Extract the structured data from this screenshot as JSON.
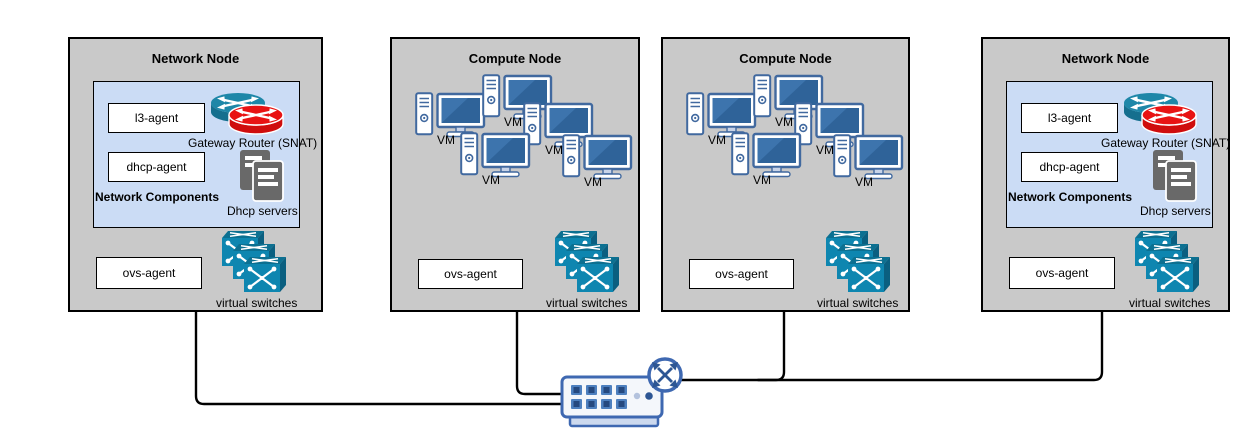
{
  "nodes": [
    {
      "id": "network-node-left",
      "title": "Network Node",
      "l3_agent_label": "l3-agent",
      "dhcp_agent_label": "dhcp-agent",
      "gateway_router_label": "Gateway Router (SNAT)",
      "components_label": "Network Components",
      "dhcp_servers_label": "Dhcp servers",
      "ovs_agent_label": "ovs-agent",
      "virtual_switches_label": "virtual switches"
    },
    {
      "id": "compute-node-left",
      "title": "Compute Node",
      "vm_labels": [
        "VM",
        "VM",
        "VM",
        "VM",
        "VM"
      ],
      "ovs_agent_label": "ovs-agent",
      "virtual_switches_label": "virtual switches"
    },
    {
      "id": "compute-node-right",
      "title": "Compute Node",
      "vm_labels": [
        "VM",
        "VM",
        "VM",
        "VM",
        "VM"
      ],
      "ovs_agent_label": "ovs-agent",
      "virtual_switches_label": "virtual switches"
    },
    {
      "id": "network-node-right",
      "title": "Network Node",
      "l3_agent_label": "l3-agent",
      "dhcp_agent_label": "dhcp-agent",
      "gateway_router_label": "Gateway Router (SNAT)",
      "components_label": "Network Components",
      "dhcp_servers_label": "Dhcp servers",
      "ovs_agent_label": "ovs-agent",
      "virtual_switches_label": "virtual switches"
    }
  ],
  "interconnect": {
    "icon": "physical-switch-icon",
    "badge_icon": "crossed-arrows-badge-icon",
    "connected_nodes": [
      "network-node-left",
      "compute-node-left",
      "compute-node-right",
      "network-node-right"
    ]
  },
  "icons": {
    "gateway_router": "router-pair-icon",
    "dhcp_servers": "document-stack-icon",
    "virtual_switches": "switch-stack-icon",
    "vm": "desktop-computer-icon"
  },
  "colors": {
    "node_fill": "#c9c9c9",
    "components_fill": "#cbdcf5",
    "router_blue": "#1e87a8",
    "router_red": "#e81313",
    "server_gray": "#696969",
    "switch_teal": "#0e86b0",
    "vm_screen_blue": "#2f6399",
    "switch_outline_blue": "#3e68b1",
    "connector": "#000000"
  }
}
